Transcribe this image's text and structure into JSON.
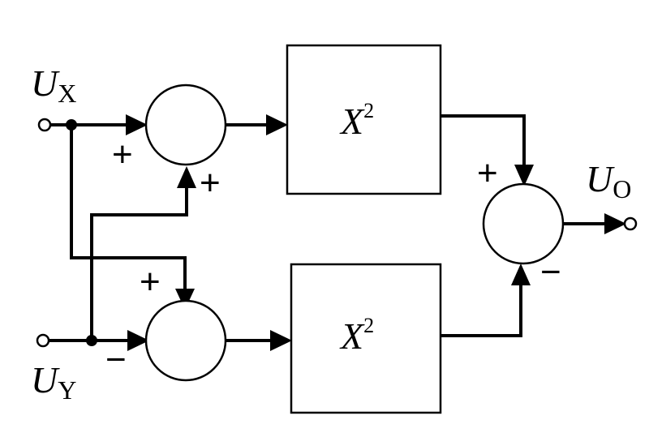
{
  "inputs": {
    "ux": {
      "symbol": "U",
      "subscript": "X"
    },
    "uy": {
      "symbol": "U",
      "subscript": "Y"
    }
  },
  "output": {
    "symbol": "U",
    "subscript": "O"
  },
  "blocks": {
    "top_square": {
      "base": "X",
      "exponent": "2"
    },
    "bottom_square": {
      "base": "X",
      "exponent": "2"
    }
  },
  "signs": {
    "sum_top_ux": "+",
    "sum_top_uy": "+",
    "sum_bottom_ux": "+",
    "sum_bottom_uy": "−",
    "out_top": "+",
    "out_bottom": "−"
  }
}
